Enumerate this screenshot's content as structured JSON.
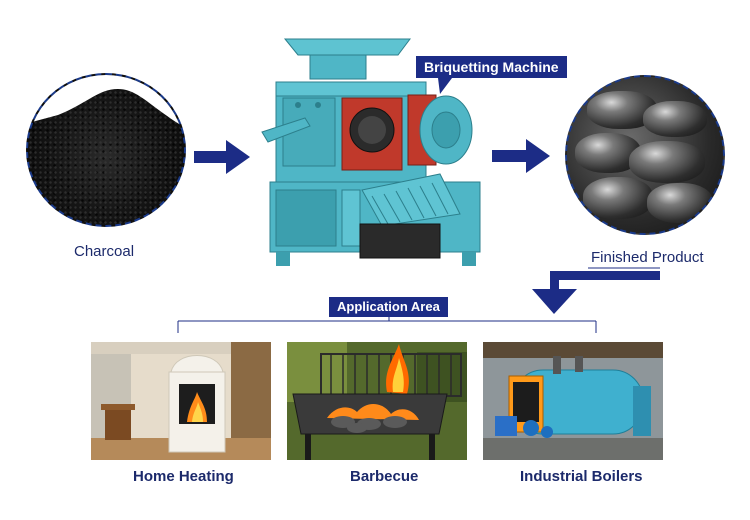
{
  "labels": {
    "charcoal": "Charcoal",
    "briquetting_machine": "Briquetting Machine",
    "finished_product": "Finished Product",
    "application_area": "Application Area",
    "home_heating": "Home Heating",
    "barbecue": "Barbecue",
    "industrial_boilers": "Industrial Boilers"
  },
  "colors": {
    "accent": "#1c2c86",
    "label_text": "#1c2a6b",
    "machine_body": "#4fb6c6",
    "arrow": "#1c2c86"
  },
  "icons": [
    "right-arrow-icon",
    "down-arrow-icon"
  ]
}
